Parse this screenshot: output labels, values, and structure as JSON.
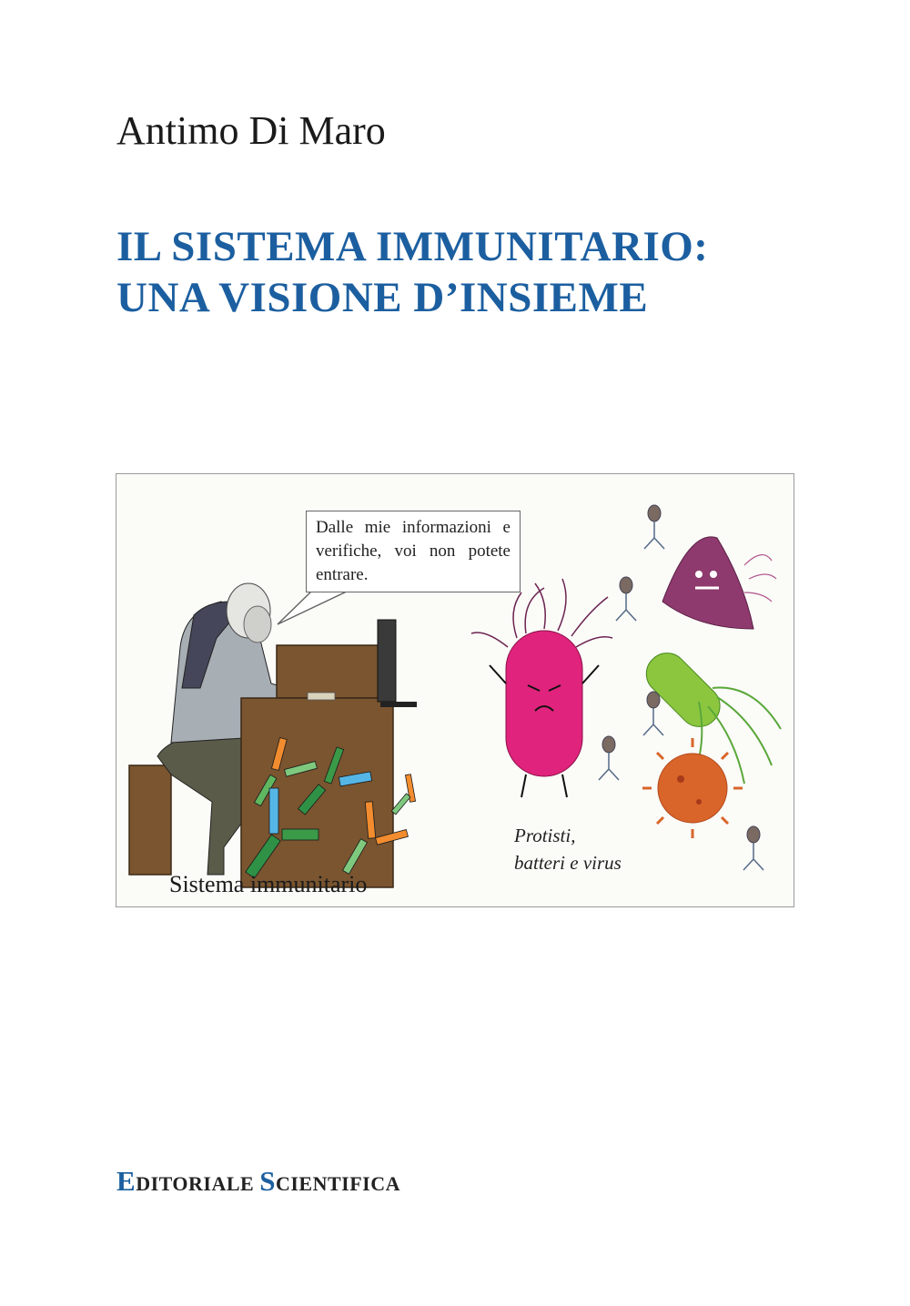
{
  "cover": {
    "author": "Antimo Di Maro",
    "title_line1": "IL SISTEMA IMMUNITARIO:",
    "title_line2": "UNA VISIONE D’INSIEME",
    "illustration": {
      "speech_bubble": "Dalle mie informazioni e verifiche, voi non potete entrare.",
      "caption_left": "Sistema immunitario",
      "caption_right_line1": "Protisti,",
      "caption_right_line2": "batteri e virus"
    },
    "publisher": {
      "word1_initial": "E",
      "word1_rest": "DITORIALE",
      "word2_initial": "S",
      "word2_rest": "CIENTIFICA"
    }
  },
  "colors": {
    "title_blue": "#1c5fa0",
    "text_dark": "#1a1a1a",
    "desk_brown": "#7a5530",
    "bacterium_pink": "#e0237c",
    "virus_orange": "#d9652a",
    "bacillus_green": "#8cc63f",
    "protist_purple": "#8e3a6e"
  }
}
